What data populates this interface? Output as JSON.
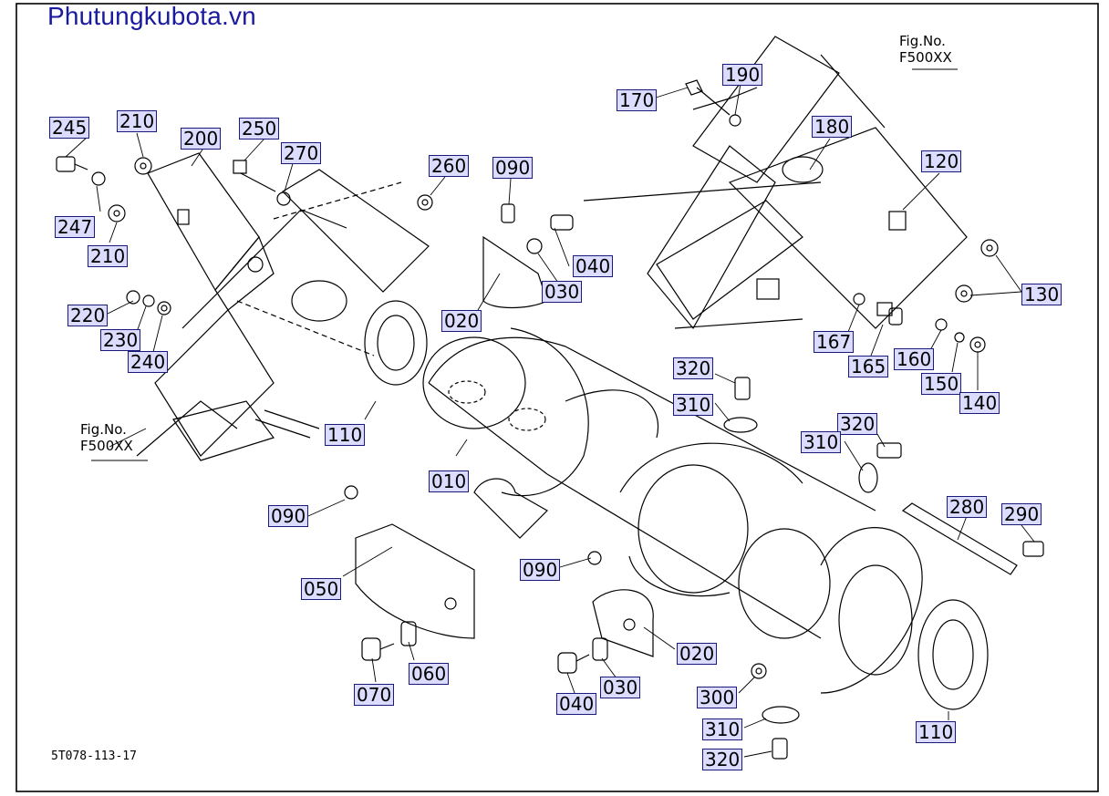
{
  "site_title": "Phutungkubota.vn",
  "drawing_code": "5T078-113-17",
  "fig_refs": [
    {
      "line1": "Fig.No.",
      "line2": "F500XX"
    },
    {
      "line1": "Fig.No.",
      "line2": "F500XX"
    }
  ],
  "callouts": [
    "245",
    "210",
    "200",
    "250",
    "270",
    "260",
    "090",
    "247",
    "210",
    "040",
    "030",
    "020",
    "220",
    "230",
    "240",
    "110",
    "010",
    "170",
    "190",
    "180",
    "120",
    "130",
    "167",
    "165",
    "160",
    "150",
    "140",
    "320",
    "310",
    "320",
    "310",
    "280",
    "290",
    "090",
    "050",
    "090",
    "020",
    "060",
    "070",
    "030",
    "040",
    "300",
    "310",
    "320",
    "110"
  ],
  "colors": {
    "callout_bg": "#dcdcff",
    "callout_border": "#1a1a7a",
    "title": "#1a1a9e",
    "line": "#000000"
  }
}
